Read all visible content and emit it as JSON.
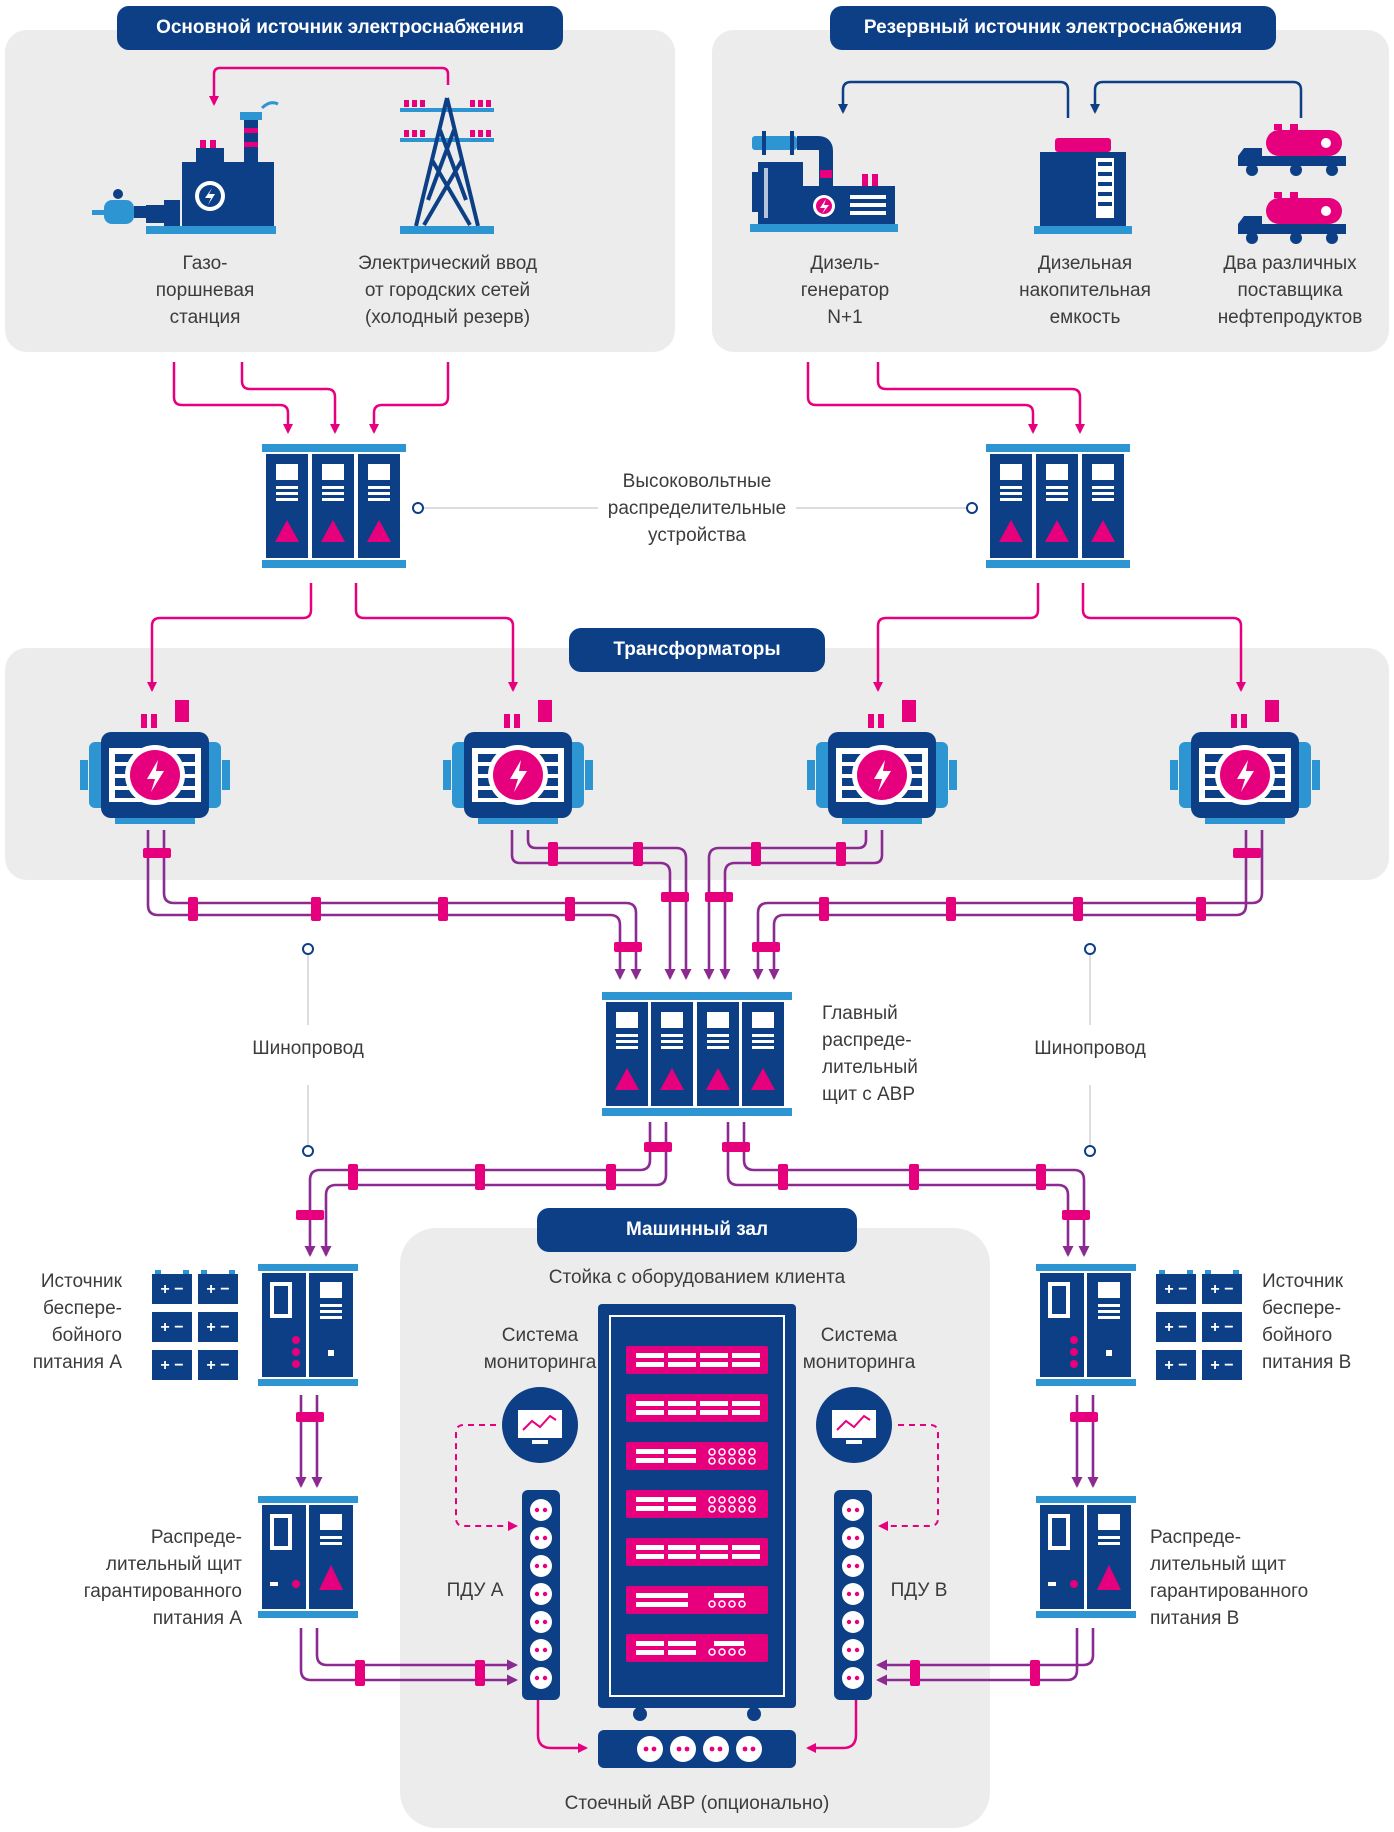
{
  "sections": {
    "main_source": "Основной источник электроснабжения",
    "reserve_source": "Резервный источник электроснабжения",
    "transformers": "Трансформаторы",
    "machine_hall": "Машинный зал"
  },
  "labels": {
    "gas_station": "Газо-\nпоршневая\nстанция",
    "city_input": "Электрический ввод\nот городских сетей\n(холодный резерв)",
    "diesel_gen": "Дизель-\nгенератор\nN+1",
    "diesel_tank": "Дизельная\nнакопительная\nемкость",
    "fuel_suppliers": "Два различных\nпоставщика\nнефтепродуктов",
    "hv_switchgear": "Высоковольтные\nраспределительные\nустройства",
    "busbar_left": "Шинопровод",
    "busbar_right": "Шинопровод",
    "main_board": "Главный\nраспреде-\nлительный\nщит с АВР",
    "ups_a": "Источник\nбеспере-\nбойного\nпитания А",
    "ups_b": "Источник\nбеспере-\nбойного\nпитания В",
    "dist_a": "Распреде-\nлительный щит\nгарантированного\nпитания А",
    "dist_b": "Распреде-\nлительный щит\nгарантированного\nпитания В",
    "rack": "Стойка с оборудованием клиента",
    "monitoring_left": "Система\nмониторинга",
    "monitoring_right": "Система\nмониторинга",
    "pdu_a": "ПДУ А",
    "pdu_b": "ПДУ В",
    "rack_ats": "Стоечный АВР (опционально)"
  },
  "colors": {
    "navy": "#0c3f85",
    "blue": "#2e95d3",
    "magenta": "#e6007e",
    "purple": "#8b2a90",
    "panel": "#ececec"
  }
}
